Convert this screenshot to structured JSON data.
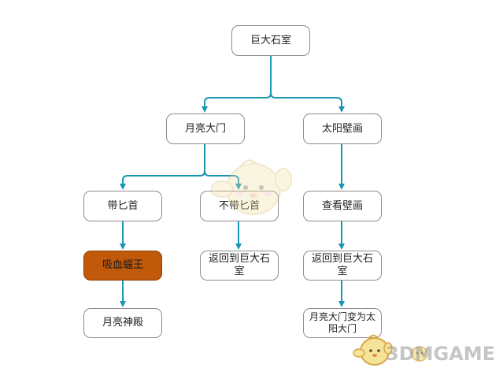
{
  "nodes": {
    "root": "巨大石室",
    "moon_gate": "月亮大门",
    "sun_mural": "太阳壁画",
    "with_dagger": "带匕首",
    "without_dagger": "不带匕首",
    "view_mural": "查看壁画",
    "vampire_bat_king": "吸血蝠王",
    "return_left": "返回到巨大石室",
    "return_right": "返回到巨大石室",
    "moon_temple": "月亮神殿",
    "moon_gate_becomes_sun_gate": "月亮大门变为太阳大门"
  },
  "watermark": {
    "text": "3DMGAME"
  },
  "colors": {
    "edge": "#1a96b4",
    "highlight_fill": "#c05a0a",
    "node_border": "#8c8c8c"
  }
}
